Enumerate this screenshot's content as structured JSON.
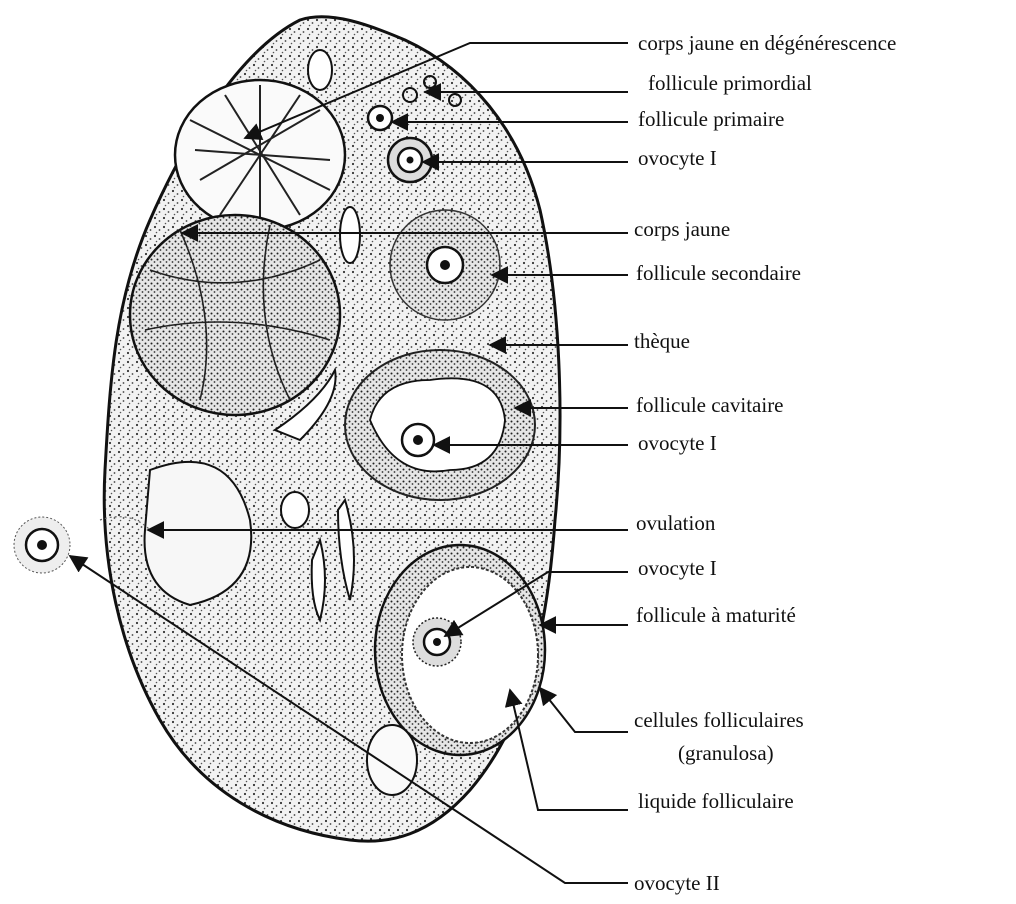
{
  "labels": {
    "corps_jaune_degen": "corps jaune en dégénérescence",
    "follicule_primordial": "follicule primordial",
    "follicule_primaire": "follicule primaire",
    "ovocyte_1_a": "ovocyte I",
    "corps_jaune": "corps jaune",
    "follicule_secondaire": "follicule secondaire",
    "theque": "thèque",
    "follicule_cavitaire": "follicule cavitaire",
    "ovocyte_1_b": "ovocyte I",
    "ovulation": "ovulation",
    "ovocyte_1_c": "ovocyte I",
    "follicule_maturite": "follicule à maturité",
    "cellules_folliculaires": "cellules folliculaires",
    "granulosa": "(granulosa)",
    "liquide_folliculaire": "liquide folliculaire",
    "ovocyte_2": "ovocyte II"
  },
  "colors": {
    "ink": "#111111",
    "tissue": "#e9e9e9",
    "cavity": "#ffffff"
  }
}
